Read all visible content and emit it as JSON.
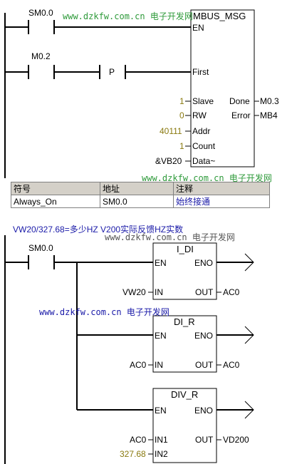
{
  "watermark": "www.dzkfw.com.cn 电子开发网",
  "network1": {
    "contact1": "SM0.0",
    "contact2": "M0.2",
    "pulse": "P",
    "block": {
      "title": "MBUS_MSG",
      "en": "EN",
      "first": "First",
      "slave_label": "Slave",
      "slave_value": "1",
      "rw_label": "RW",
      "rw_value": "0",
      "addr_label": "Addr",
      "addr_value": "40111",
      "count_label": "Count",
      "count_value": "1",
      "data_label": "Data~",
      "data_value": "&VB20",
      "done_label": "Done",
      "done_value": "M0.3",
      "error_label": "Error",
      "error_value": "MB4"
    }
  },
  "symbol_table": {
    "headers": [
      "符号",
      "地址",
      "注释"
    ],
    "rows": [
      [
        "Always_On",
        "SM0.0",
        "始终接通"
      ]
    ]
  },
  "network2": {
    "comment": "VW20/327.68=多少HZ  V200实际反馈HZ实数",
    "contact": "SM0.0",
    "blocks": [
      {
        "title": "I_DI",
        "en": "EN",
        "eno": "ENO",
        "in1_label": "IN",
        "in1_value": "VW20",
        "out_label": "OUT",
        "out_value": "AC0"
      },
      {
        "title": "DI_R",
        "en": "EN",
        "eno": "ENO",
        "in1_label": "IN",
        "in1_value": "AC0",
        "out_label": "OUT",
        "out_value": "AC0"
      },
      {
        "title": "DIV_R",
        "en": "EN",
        "eno": "ENO",
        "in1_label": "IN1",
        "in1_value": "AC0",
        "in2_label": "IN2",
        "in2_value": "327.68",
        "out_label": "OUT",
        "out_value": "VD200"
      }
    ]
  },
  "colors": {
    "ladder": "#000000",
    "watermark": "#2e9a3a",
    "comment": "#1a1aa8",
    "constant": "#8a7a10"
  }
}
